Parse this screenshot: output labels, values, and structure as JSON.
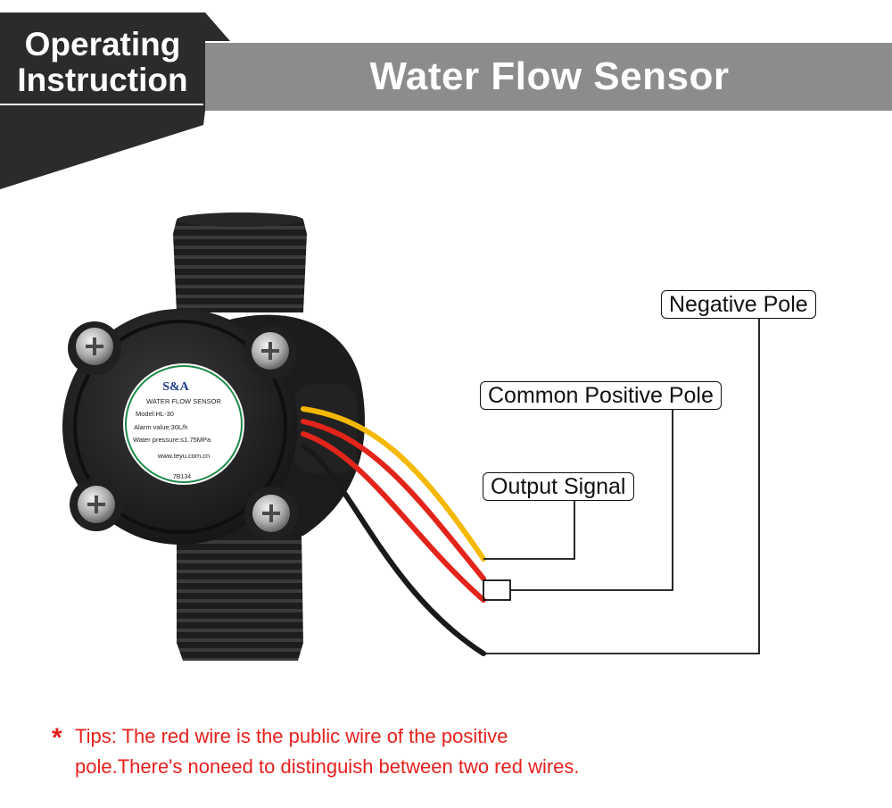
{
  "header": {
    "badge_line1": "Operating",
    "badge_line2": "Instruction",
    "title": "Water Flow Sensor"
  },
  "sensor_label": {
    "brand": "S&A",
    "line1": "WATER FLOW SENSOR",
    "line2": "Model:HL-30",
    "line3": "Alarm value:30L/h",
    "line4": "Water pressure:≤1.75MPa",
    "website": "www.teyu.com.cn",
    "code": "7B134"
  },
  "callouts": {
    "negative": "Negative Pole",
    "common_positive": "Common Positive Pole",
    "output": "Output Signal"
  },
  "tips": {
    "star": "*",
    "line1": "Tips: The red wire is the public wire of the positive",
    "line2": "pole.There's noneed to distinguish between two red wires."
  },
  "colors": {
    "wire_yellow": "#f5b800",
    "wire_red": "#e3241b",
    "wire_black": "#1a1a1a",
    "banner_gray": "#8c8c8c",
    "badge_dark": "#2b2b2b",
    "tips_red": "#e8201c"
  }
}
